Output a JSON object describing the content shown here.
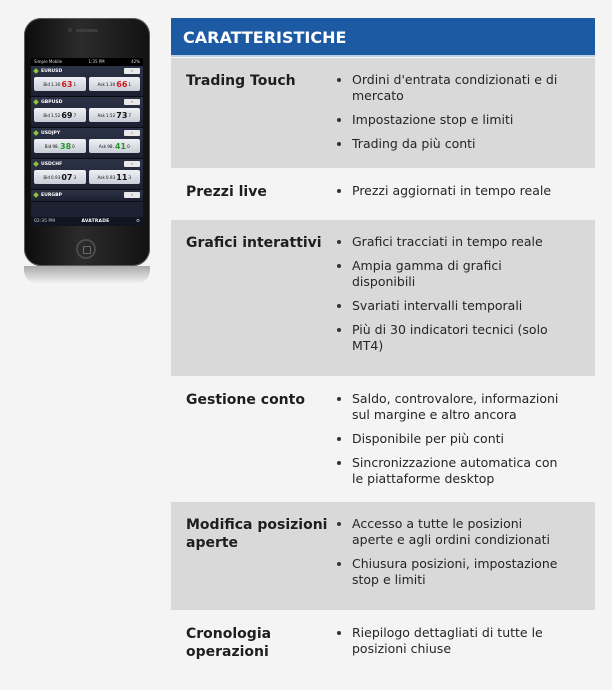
{
  "phone": {
    "status": {
      "carrier": "Simple Mobile",
      "time": "1:35 PM",
      "battery": "42%"
    },
    "pairs": [
      {
        "name": "EURUSD",
        "bid_prefix": "1.30",
        "bid_big": "63",
        "bid_suffix": "1",
        "ask_prefix": "1.30",
        "ask_big": "66",
        "ask_suffix": "1",
        "color": "red"
      },
      {
        "name": "GBPUSD",
        "bid_prefix": "1.52",
        "bid_big": "69",
        "bid_suffix": "7",
        "ask_prefix": "1.52",
        "ask_big": "73",
        "ask_suffix": "7",
        "color": "black"
      },
      {
        "name": "USDJPY",
        "bid_prefix": "98.",
        "bid_big": "38",
        "bid_suffix": "0",
        "ask_prefix": "98.",
        "ask_big": "41",
        "ask_suffix": "0",
        "color": "green"
      },
      {
        "name": "USDCHF",
        "bid_prefix": "0.93",
        "bid_big": "07",
        "bid_suffix": "3",
        "ask_prefix": "0.93",
        "ask_big": "11",
        "ask_suffix": "3",
        "color": "black"
      },
      {
        "name": "EURGBP"
      }
    ],
    "bid_label": "Bid",
    "ask_label": "Ask",
    "footer_time": "02:35 PM",
    "logo": "AVATRADE"
  },
  "table": {
    "title": "CARATTERISTICHE",
    "rows": [
      {
        "label": "Trading Touch",
        "items": [
          "Ordini d'entrata condizionati e di mercato",
          "Impostazione stop e limiti",
          "Trading da più conti"
        ]
      },
      {
        "label": "Prezzi live",
        "items": [
          "Prezzi aggiornati in tempo reale"
        ]
      },
      {
        "label": "Grafici interattivi",
        "items": [
          "Grafici tracciati in tempo reale",
          "Ampia gamma di grafici disponibili",
          "Svariati intervalli temporali",
          "Più di 30 indicatori tecnici (solo MT4)"
        ]
      },
      {
        "label": "Gestione conto",
        "items": [
          "Saldo, controvalore, informazioni sul margine e altro ancora",
          "Disponibile per più conti",
          "Sincronizzazione automatica con le piattaforme desktop"
        ]
      },
      {
        "label": "Modifica posizioni aperte",
        "items": [
          "Accesso a tutte le posizioni aperte e agli ordini condizionati",
          "Chiusura posizioni, impostazione stop e limiti"
        ]
      },
      {
        "label": "Cronologia operazioni",
        "items": [
          "Riepilogo dettagliati di tutte le posizioni chiuse"
        ]
      }
    ]
  }
}
